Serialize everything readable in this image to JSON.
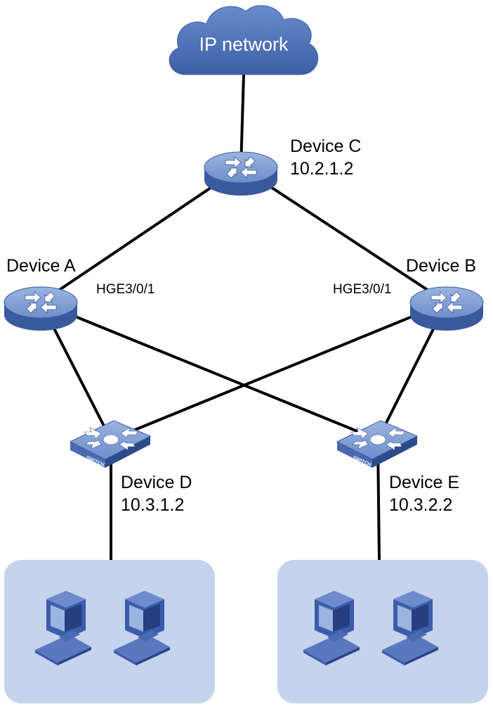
{
  "cloud": {
    "label": "IP network"
  },
  "devices": {
    "c": {
      "name": "Device C",
      "ip": "10.2.1.2",
      "badge": "ROUTER"
    },
    "a": {
      "name": "Device A",
      "port": "HGE3/0/1"
    },
    "b": {
      "name": "Device B",
      "port": "HGE3/0/1"
    },
    "d": {
      "name": "Device D",
      "ip": "10.3.1.2",
      "badge": "SWITCH"
    },
    "e": {
      "name": "Device E",
      "ip": "10.3.2.2",
      "badge": "SWITCH"
    }
  },
  "colors": {
    "cloud": "#4a6fb5",
    "device_top": "#7b9bd2",
    "device_side": "#3a5a9e",
    "lan_bg": "#c5d3ec",
    "pc": "#3c5cab",
    "link": "#000000"
  },
  "links": [
    [
      "cloud",
      "c"
    ],
    [
      "c",
      "a"
    ],
    [
      "c",
      "b"
    ],
    [
      "a",
      "d"
    ],
    [
      "a",
      "e"
    ],
    [
      "b",
      "d"
    ],
    [
      "b",
      "e"
    ],
    [
      "d",
      "lan-left"
    ],
    [
      "e",
      "lan-right"
    ]
  ]
}
